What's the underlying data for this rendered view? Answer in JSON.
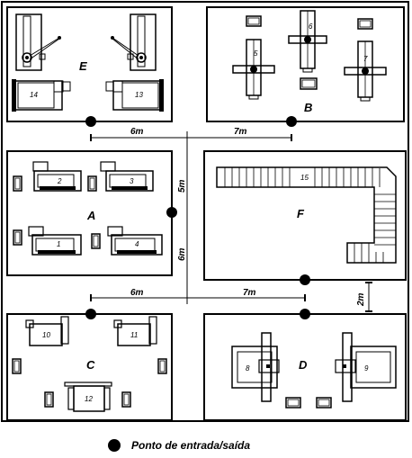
{
  "areas": {
    "E": {
      "label": "E",
      "machines": [
        "14",
        "13"
      ]
    },
    "B": {
      "label": "B",
      "machines": [
        "6",
        "5",
        "7"
      ]
    },
    "A": {
      "label": "A",
      "machines": [
        "2",
        "3",
        "1",
        "4"
      ]
    },
    "F": {
      "label": "F",
      "machines": [
        "15"
      ]
    },
    "C": {
      "label": "C",
      "machines": [
        "10",
        "11",
        "12"
      ]
    },
    "D": {
      "label": "D",
      "machines": [
        "8",
        "9"
      ]
    }
  },
  "dimensions": {
    "top_left": "6m",
    "top_right": "7m",
    "vertical_mid": "5m",
    "vertical_low": "6m",
    "bottom_left": "6m",
    "bottom_right": "7m",
    "right_gap": "2m"
  },
  "legend": {
    "label": "Ponto de entrada/saída"
  },
  "colors": {
    "line": "#000000",
    "background": "#ffffff"
  }
}
